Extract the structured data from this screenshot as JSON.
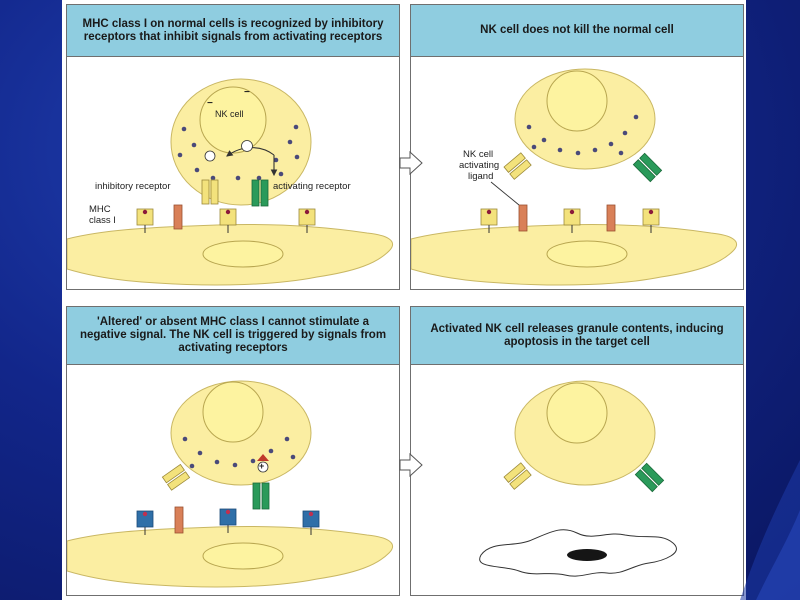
{
  "panels": [
    {
      "id": "p1",
      "title": "MHC class I on normal cells is recognized by inhibitory receptors that inhibit signals from activating receptors",
      "labels": {
        "nk_cell": "NK cell",
        "inhibitory_receptor": "inhibitory receptor",
        "activating_receptor": "activating receptor",
        "mhc_line1": "MHC",
        "mhc_line2": "class I"
      },
      "signs": {
        "inhibit": "−",
        "neg": "−"
      }
    },
    {
      "id": "p2",
      "title": "NK cell does not kill the normal cell",
      "labels": {
        "lig_line1": "NK cell",
        "lig_line2": "activating",
        "lig_line3": "ligand"
      }
    },
    {
      "id": "p3",
      "title": "'Altered' or absent MHC class I cannot stimulate a negative signal. The NK cell is triggered by signals from activating receptors",
      "signs": {
        "pos": "+"
      }
    },
    {
      "id": "p4",
      "title": "Activated NK cell releases granule contents, inducing apoptosis in the target cell"
    }
  ],
  "colors": {
    "slide_background": "#12268a",
    "header": "#8fcde0",
    "cell_fill": "#fbeea2",
    "cell_stroke": "#c9b763",
    "nucleus_fill": "#fdf3a0",
    "granule": "#4a4a7a",
    "inhibitory_receptor": "#f3e27c",
    "activating_receptor": "#2a9a5a",
    "mhc_normal": "#f3e27c",
    "mhc_altered": "#2f6fa8",
    "activating_ligand": "#d98058",
    "apoptotic_nucleus": "#151515"
  }
}
